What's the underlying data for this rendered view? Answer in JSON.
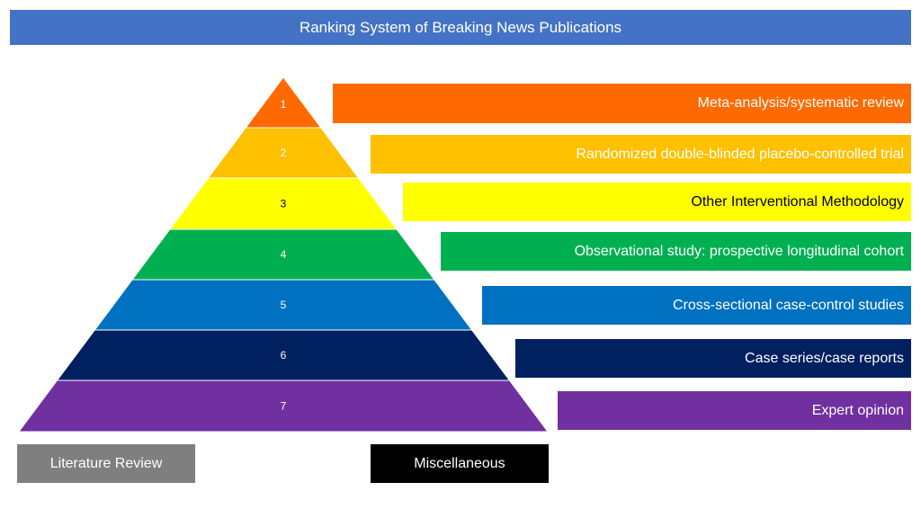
{
  "title": "Ranking System of Breaking News Publications",
  "tiers": [
    {
      "rank": "1",
      "label": "Meta-analysis/systematic review",
      "color": "#ff6a00",
      "text_color": "#ffffff"
    },
    {
      "rank": "2",
      "label": "Randomized double-blinded placebo-controlled trial",
      "color": "#ffc000",
      "text_color": "#ffffff"
    },
    {
      "rank": "3",
      "label": "Other Interventional Methodology",
      "color": "#ffff00",
      "text_color": "#000000"
    },
    {
      "rank": "4",
      "label": "Observational study: prospective longitudinal cohort",
      "color": "#00b050",
      "text_color": "#ffffff"
    },
    {
      "rank": "5",
      "label": "Cross-sectional case-control studies",
      "color": "#0070c0",
      "text_color": "#ffffff"
    },
    {
      "rank": "6",
      "label": "Case series/case reports",
      "color": "#002060",
      "text_color": "#ffffff"
    },
    {
      "rank": "7",
      "label": "Expert opinion",
      "color": "#7030a0",
      "text_color": "#ffffff"
    }
  ],
  "legend": {
    "literature_review": {
      "label": "Literature Review",
      "color": "#7f7f7f"
    },
    "miscellaneous": {
      "label": "Miscellaneous",
      "color": "#000000"
    }
  },
  "colors": {
    "title_bar": "#4472c4"
  }
}
